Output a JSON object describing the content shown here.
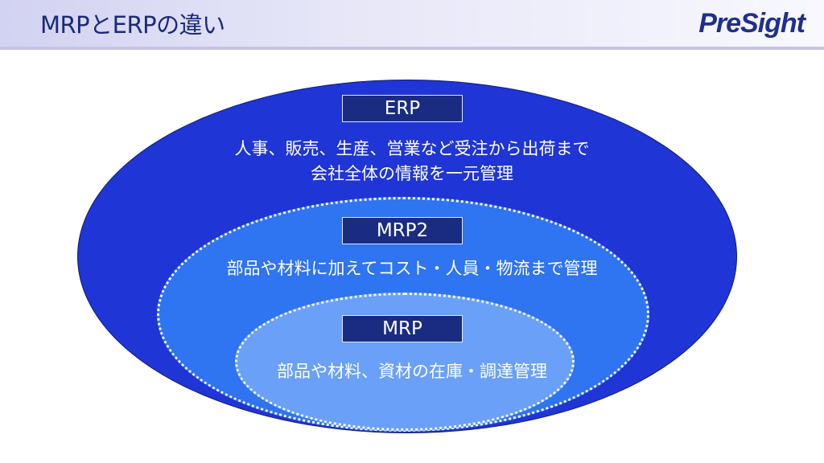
{
  "header": {
    "title": "MRPとERPの違い",
    "logo": "PreSight"
  },
  "diagram": {
    "erp": {
      "label": "ERP",
      "description_line1": "人事、販売、生産、営業など受注から出荷まで",
      "description_line2": "会社全体の情報を一元管理"
    },
    "mrp2": {
      "label": "MRP2",
      "description": "部品や材料に加えてコスト・人員・物流まで管理"
    },
    "mrp": {
      "label": "MRP",
      "description": "部品や材料、資材の在庫・調達管理"
    }
  },
  "colors": {
    "outer_ellipse": "#1f35d6",
    "middle_ellipse": "#2f74f0",
    "inner_ellipse": "#6aa0f8",
    "label_box": "#1a2c82",
    "title_text": "#1a2a78"
  }
}
